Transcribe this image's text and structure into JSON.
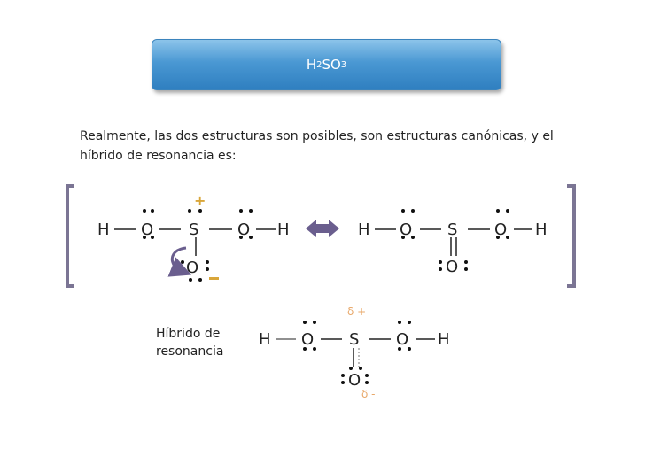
{
  "title": {
    "base": "H",
    "sub1": "2",
    "mid": "SO",
    "sub2": "3"
  },
  "intro_text": "Realmente, las dos estructuras son posibles, son estructuras canónicas, y el híbrido de resonancia es:",
  "hibrido_label": "Híbrido de resonancia",
  "atoms": {
    "H": "H",
    "O": "O",
    "S": "S"
  },
  "charges": {
    "plus": "+",
    "minus": "−",
    "delta_plus": "δ +",
    "delta_minus": "δ -"
  },
  "colors": {
    "accent_charge": "#d9a63a",
    "arrow": "#6a5e8e",
    "bracket": "#7b7594",
    "delta": "#e8a86a"
  }
}
